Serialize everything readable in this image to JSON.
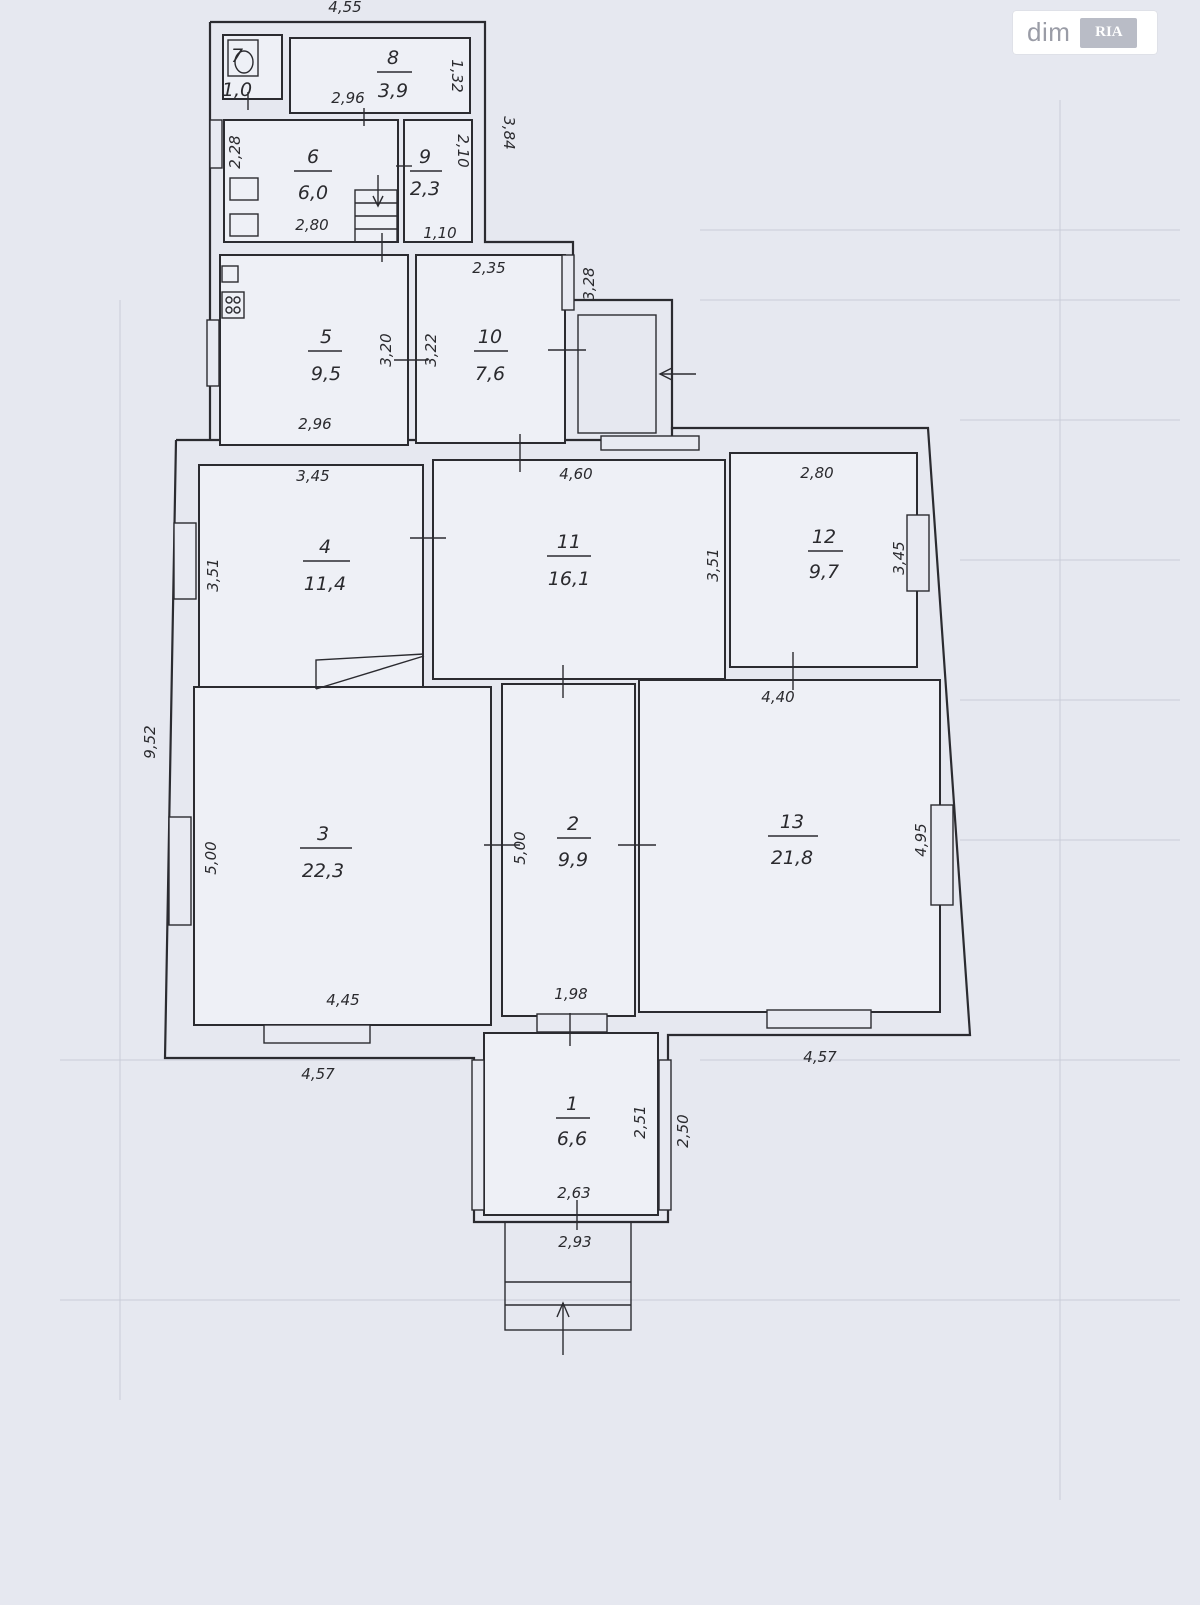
{
  "logo": {
    "text": "dim",
    "badge": "RIA"
  },
  "rooms": [
    {
      "id": "r1",
      "number": "1",
      "area": "6,6"
    },
    {
      "id": "r2",
      "number": "2",
      "area": "9,9"
    },
    {
      "id": "r3",
      "number": "3",
      "area": "22,3"
    },
    {
      "id": "r4",
      "number": "4",
      "area": "11,4"
    },
    {
      "id": "r5",
      "number": "5",
      "area": "9,5"
    },
    {
      "id": "r6",
      "number": "6",
      "area": "6,0"
    },
    {
      "id": "r7",
      "number": "7",
      "area": "1,0"
    },
    {
      "id": "r8",
      "number": "8",
      "area": "3,9"
    },
    {
      "id": "r9",
      "number": "9",
      "area": "2,3"
    },
    {
      "id": "r10",
      "number": "10",
      "area": "7,6"
    },
    {
      "id": "r11",
      "number": "11",
      "area": "16,1"
    },
    {
      "id": "r12",
      "number": "12",
      "area": "9,7"
    },
    {
      "id": "r13",
      "number": "13",
      "area": "21,8"
    }
  ],
  "dimensions": {
    "top_total": "4,55",
    "side_upper": "3,84",
    "d_8": "2,96",
    "d_8_h": "1,32",
    "d_6_h": "2,28",
    "d_6_w": "2,80",
    "d_9_h": "2,10",
    "d_9_w": "1,10",
    "d_10_w": "2,35",
    "d_10_side": "3,28",
    "d_5_h": "3,20",
    "d_10_h": "3,22",
    "d_5_w": "2,96",
    "d_4_w": "3,45",
    "d_11_w": "4,60",
    "d_12_w": "2,80",
    "d_4_h": "3,51",
    "d_11_h": "3,51",
    "d_12_h": "3,45",
    "d_13_w_top": "4,40",
    "d_total_h": "9,52",
    "d_3_h": "5,00",
    "d_2_h": "5,00",
    "d_13_h": "4,95",
    "d_3_w": "4,45",
    "d_2_w": "1,98",
    "d_bottom_left": "4,57",
    "d_bottom_right": "4,57",
    "d_1_h": "2,51",
    "d_1_side": "2,50",
    "d_1_w": "2,63",
    "d_porch_w": "2,93"
  }
}
